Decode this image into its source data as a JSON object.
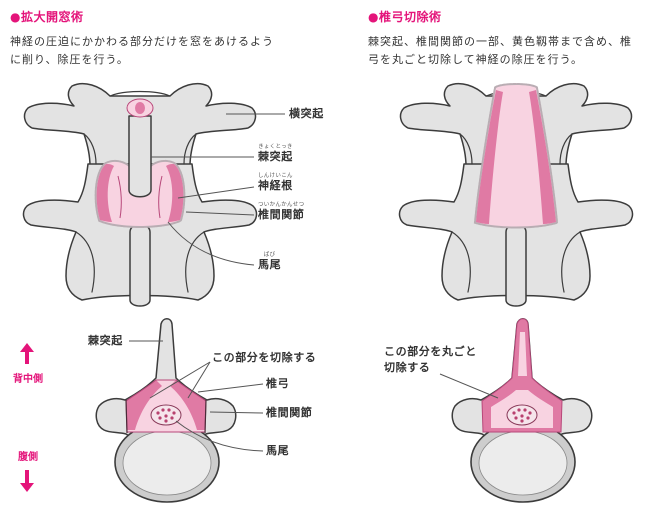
{
  "left_panel": {
    "title": "●拡大開窓術",
    "description_lines": [
      "神経の圧迫にかかわる部分だけを窓をあけるよう",
      "に削り、除圧を行う。"
    ],
    "posterior_view_labels": {
      "transverse_process": "横突起",
      "spinous_process": "棘突起",
      "spinous_process_reading": "きょくとっき",
      "nerve_root": "神経根",
      "nerve_root_reading": "しんけいこん",
      "facet_joint": "椎間関節",
      "facet_joint_reading": "ついかんかんせつ",
      "cauda_equina": "馬尾",
      "cauda_equina_reading": "ばび"
    },
    "axial_view_labels": {
      "spinous_process": "棘突起",
      "resection_note": "この部分を切除する",
      "lamina": "椎弓",
      "facet_joint": "椎間関節",
      "cauda_equina": "馬尾"
    }
  },
  "right_panel": {
    "title": "●椎弓切除術",
    "description_lines": [
      "棘突起、椎間関節の一部、黄色靱帯まで含め、椎",
      "弓を丸ごと切除して神経の除圧を行う。"
    ],
    "axial_view_labels": {
      "resection_note_lines": [
        "この部分を丸ごと",
        "切除する"
      ]
    }
  },
  "orientation": {
    "dorsal_label": "背中側",
    "dorsal_icon": "arrow-up-icon",
    "ventral_label": "腹側",
    "ventral_icon": "arrow-down-icon"
  },
  "colors": {
    "accent_pink": "#e4147a",
    "resected_pink_dark": "#e07aa4",
    "resected_pink_light": "#f8d3e1",
    "bone_gray": "#e3e3e3",
    "bone_shade": "#cdcdcd",
    "outline": "#3c3c3c",
    "text": "#333333",
    "leader_line": "#555555"
  }
}
